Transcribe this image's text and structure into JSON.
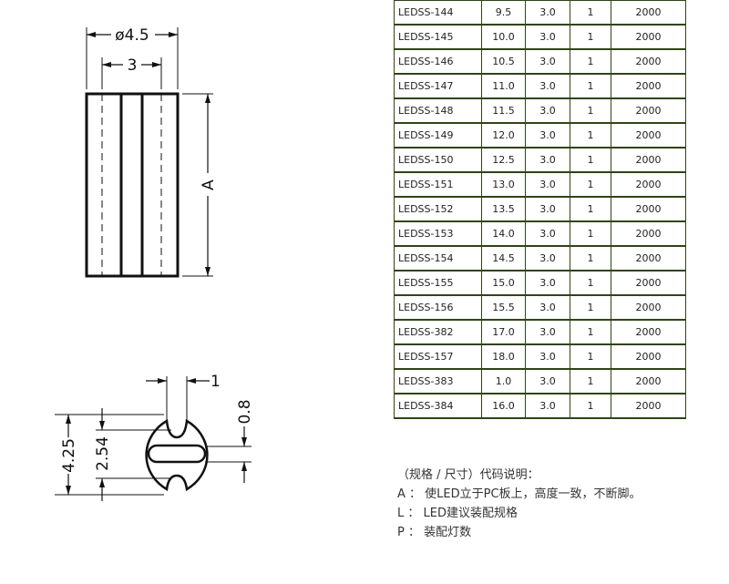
{
  "drawing": {
    "side_view": {
      "diameter_label": "ø4.5",
      "inner_label": "3",
      "height_label": "A"
    },
    "top_view": {
      "outer_label": "4.25",
      "pitch_label": "2.54",
      "slot_label": "0.8",
      "gap_label": "1"
    }
  },
  "table": {
    "rows": [
      [
        "LEDSS-144",
        "9.5",
        "3.0",
        "1",
        "2000"
      ],
      [
        "LEDSS-145",
        "10.0",
        "3.0",
        "1",
        "2000"
      ],
      [
        "LEDSS-146",
        "10.5",
        "3.0",
        "1",
        "2000"
      ],
      [
        "LEDSS-147",
        "11.0",
        "3.0",
        "1",
        "2000"
      ],
      [
        "LEDSS-148",
        "11.5",
        "3.0",
        "1",
        "2000"
      ],
      [
        "LEDSS-149",
        "12.0",
        "3.0",
        "1",
        "2000"
      ],
      [
        "LEDSS-150",
        "12.5",
        "3.0",
        "1",
        "2000"
      ],
      [
        "LEDSS-151",
        "13.0",
        "3.0",
        "1",
        "2000"
      ],
      [
        "LEDSS-152",
        "13.5",
        "3.0",
        "1",
        "2000"
      ],
      [
        "LEDSS-153",
        "14.0",
        "3.0",
        "1",
        "2000"
      ],
      [
        "LEDSS-154",
        "14.5",
        "3.0",
        "1",
        "2000"
      ],
      [
        "LEDSS-155",
        "15.0",
        "3.0",
        "1",
        "2000"
      ],
      [
        "LEDSS-156",
        "15.5",
        "3.0",
        "1",
        "2000"
      ],
      [
        "LEDSS-382",
        "17.0",
        "3.0",
        "1",
        "2000"
      ],
      [
        "LEDSS-157",
        "18.0",
        "3.0",
        "1",
        "2000"
      ],
      [
        "LEDSS-383",
        "1.0",
        "3.0",
        "1",
        "2000"
      ],
      [
        "LEDSS-384",
        "16.0",
        "3.0",
        "1",
        "2000"
      ]
    ],
    "border_color": "#2f4417"
  },
  "notes": {
    "title": "（规格 / 尺寸）代码说明：",
    "lines": [
      "A ： 使LED立于PC板上，高度一致，不断脚。",
      "L ： LED建议装配规格",
      "P ： 装配灯数"
    ]
  }
}
